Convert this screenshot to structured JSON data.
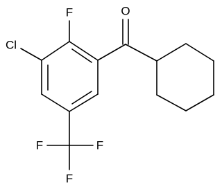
{
  "molecule": {
    "atoms": {
      "chlorine": "Cl",
      "fluorine_ring": "F",
      "oxygen": "O",
      "fluorine_cf3_left": "F",
      "fluorine_cf3_right": "F",
      "fluorine_cf3_bottom": "F"
    }
  },
  "colors": {
    "bond": "#000000",
    "label": "#000000",
    "background": "#ffffff"
  }
}
